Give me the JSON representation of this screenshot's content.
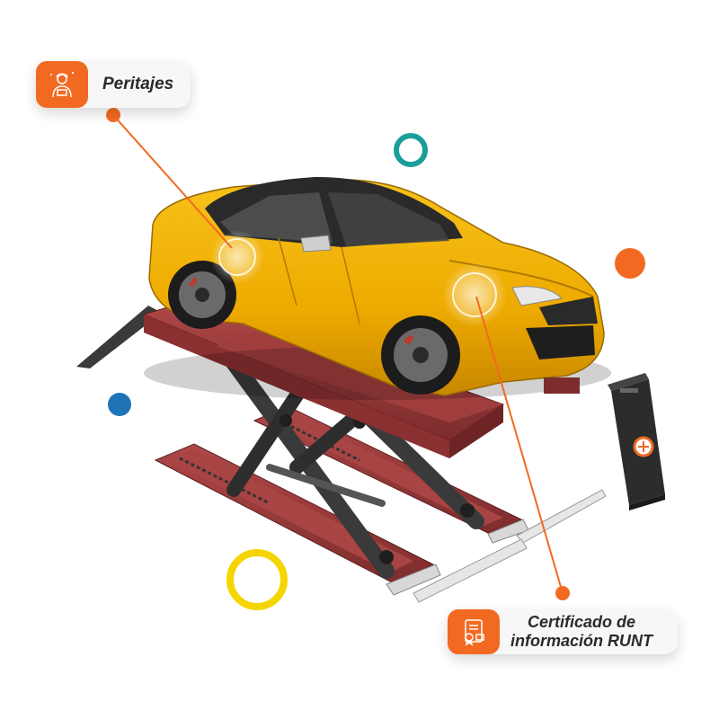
{
  "callouts": {
    "peritajes": {
      "label": "Peritajes",
      "icon": "inspector-icon"
    },
    "runt": {
      "line1": "Certificado de",
      "line2": "información RUNT",
      "icon": "certificate-icon"
    }
  },
  "colors": {
    "accent_orange": "#f26a21",
    "teal": "#1a9e9a",
    "blue": "#1f74b8",
    "yellow": "#f5d500",
    "car_yellow": "#f0b400",
    "lift_red": "#9b3a3a",
    "lift_dark": "#3a3a3a"
  }
}
